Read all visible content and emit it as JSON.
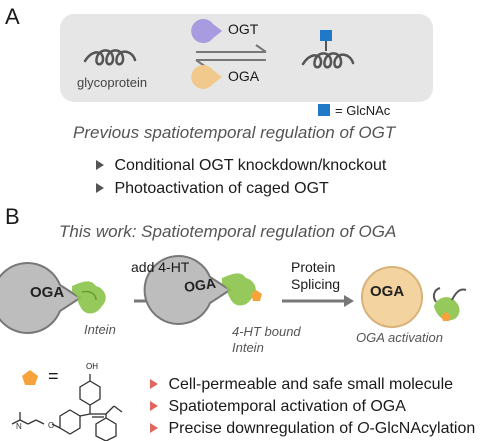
{
  "panelA": {
    "letter": "A",
    "enzyme1": "OGT",
    "enzyme2": "OGA",
    "substrate_label": "glycoprotein",
    "legend_label": "= GlcNAc",
    "heading": "Previous spatiotemporal regulation of OGT",
    "bullets": [
      "Conditional OGT knockdown/knockout",
      "Photoactivation of caged OGT"
    ],
    "colors": {
      "box": "#e6e6e6",
      "ogt": "#a99be0",
      "oga": "#f1c98c",
      "glcnac": "#1f78c8",
      "curl": "#555555"
    }
  },
  "panelB": {
    "letter": "B",
    "heading": "This work: Spatiotemporal regulation of OGA",
    "enzyme_label": "OGA",
    "step1_label": "add 4-HT",
    "step2_line1": "Protein",
    "step2_line2": "Splicing",
    "intein_label": "Intein",
    "bound_line1": "4-HT bound",
    "bound_line2": "Intein",
    "activation_label": "OGA activation",
    "equals": "=",
    "oh_label": "OH",
    "bullets": [
      "Cell-permeable and safe small molecule",
      "Spatiotemporal activation of OGA"
    ],
    "bullet3_prefix": "Precise downregulation of ",
    "bullet3_italic": "O",
    "bullet3_suffix": "-GlcNAcylation",
    "colors": {
      "pacman": "#bdbdbd",
      "intein": "#8bc34a",
      "ht": "#f7a23b",
      "oga_active": "#f3d3a0",
      "arrow": "#777777",
      "bullet": "#e0665f"
    }
  }
}
